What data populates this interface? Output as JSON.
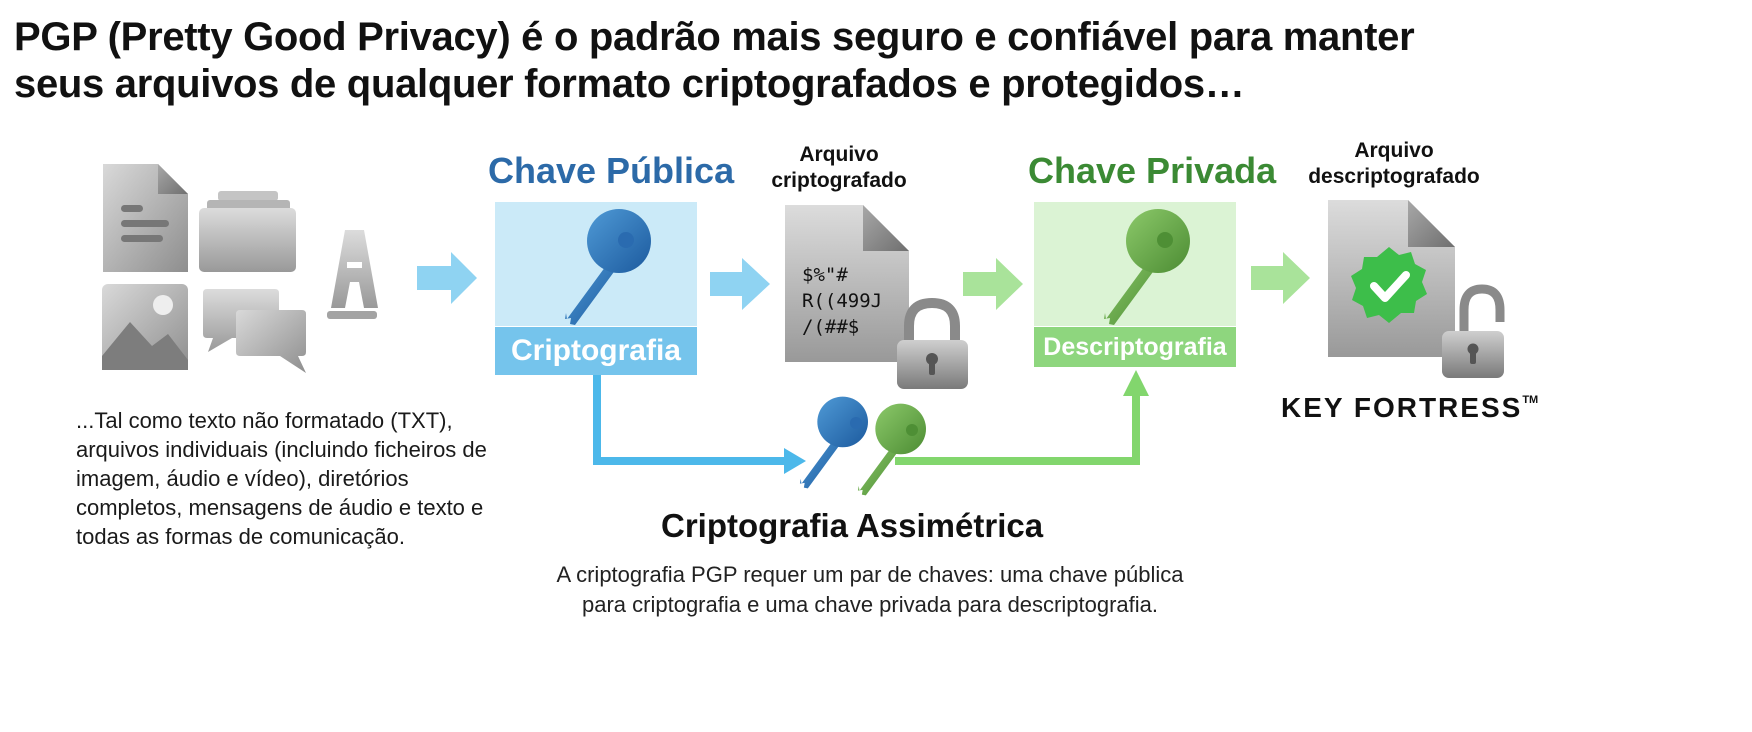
{
  "title": {
    "line1": "PGP (Pretty Good Privacy) é o padrão mais seguro e confiável para manter",
    "line2": "seus arquivos de qualquer formato criptografados e protegidos…"
  },
  "public_key": {
    "label": "Chave Pública",
    "band": "Criptografia",
    "color": "#2c6aa8"
  },
  "encrypted_file": {
    "label_line1": "Arquivo",
    "label_line2": "criptografado",
    "cipher": [
      "$%\"#",
      "R((499J",
      "/(##$"
    ]
  },
  "private_key": {
    "label": "Chave Privada",
    "band": "Descriptografia",
    "color": "#3b8a34"
  },
  "decrypted_file": {
    "label_line1": "Arquivo",
    "label_line2": "descriptografado"
  },
  "file_types_desc": [
    "...Tal como texto não formatado (TXT),",
    "arquivos individuais (incluindo ficheiros de",
    "imagem, áudio e vídeo), diretórios",
    "completos, mensagens de áudio e texto e",
    "todas as formas de comunicação."
  ],
  "asymmetric": {
    "title": "Criptografia Assimétrica",
    "desc_line1": "A criptografia PGP requer um par de chaves: uma chave pública",
    "desc_line2": "para criptografia e uma chave privada para descriptografia."
  },
  "brand": {
    "name": "KEY FORTRESS",
    "tm": "TM"
  },
  "colors": {
    "blue_accent": "#2c6aa8",
    "green_accent": "#3b8a34",
    "light_blue": "#cbeaf8",
    "band_blue": "#75c4ec",
    "light_green": "#dbf3d4",
    "band_green": "#8ed67e",
    "arrow_blue": "#8fd3f2",
    "arrow_green": "#a9e39a",
    "connector_blue": "#4cb8ea",
    "connector_green": "#82d66d"
  },
  "icons": [
    "document-icon",
    "folder-icon",
    "image-icon",
    "chat-icon",
    "font-icon",
    "blue-key-icon",
    "encrypted-file-icon",
    "padlock-locked-icon",
    "green-key-icon",
    "verified-file-icon",
    "padlock-unlocked-icon",
    "key-pair-icon"
  ]
}
